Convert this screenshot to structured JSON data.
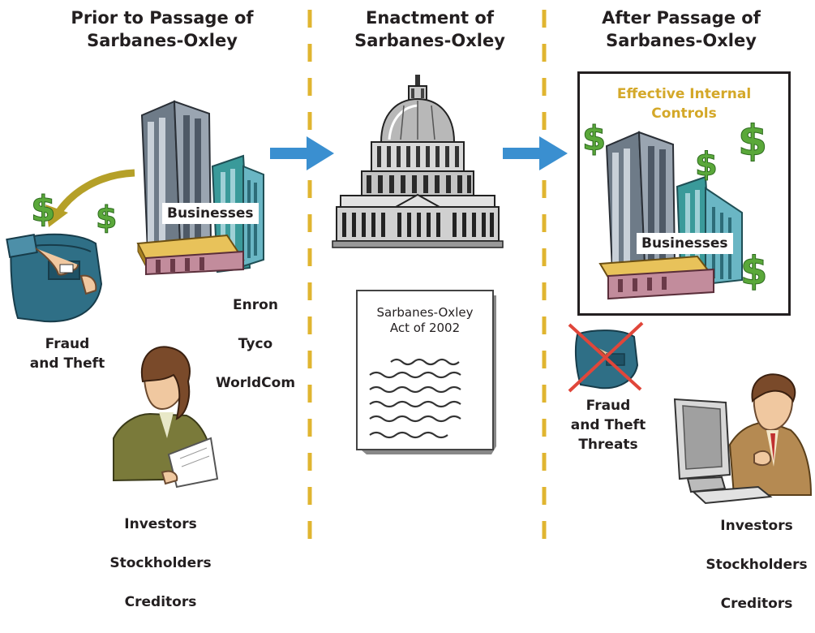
{
  "columns": {
    "before": {
      "title": "Prior to Passage of\nSarbanes-Oxley",
      "business_tag": "Businesses",
      "companies": [
        "Enron",
        "Tyco",
        "WorldCom"
      ],
      "fraud_label": "Fraud\nand Theft",
      "stakeholders": [
        "Investors",
        "Stockholders",
        "Creditors"
      ]
    },
    "enactment": {
      "title": "Enactment of\nSarbanes-Oxley",
      "document_title": "Sarbanes-Oxley\nAct of 2002"
    },
    "after": {
      "title": "After Passage of\nSarbanes-Oxley",
      "controls_label": "Effective Internal\nControls",
      "business_tag": "Businesses",
      "threat_label": "Fraud\nand Theft\nThreats",
      "stakeholders": [
        "Investors",
        "Stockholders",
        "Creditors"
      ]
    }
  },
  "colors": {
    "divider": "#e0b530",
    "arrow": "#3a8fd0",
    "money": "#5aa83a",
    "controls_text": "#d4a829",
    "cross": "#e0463a"
  },
  "symbols": {
    "dollar": "$"
  }
}
